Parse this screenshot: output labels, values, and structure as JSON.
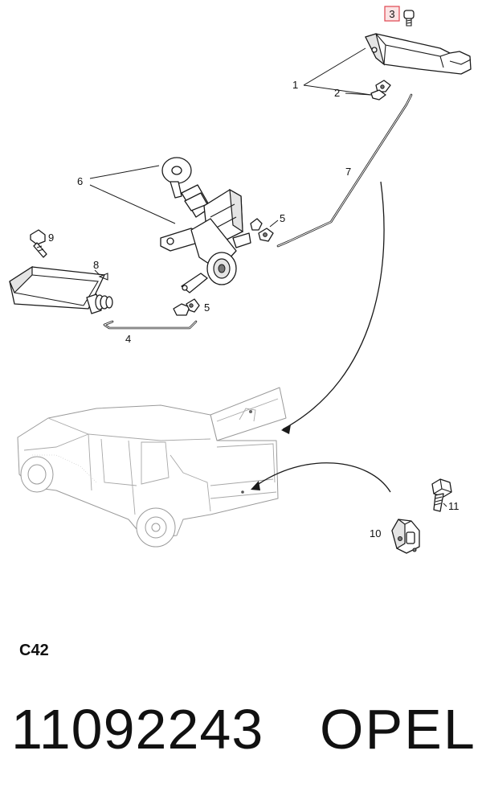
{
  "diagram": {
    "code": "C42",
    "callouts": {
      "c1": "1",
      "c2": "2",
      "c3": "3",
      "c4": "4",
      "c5a": "5",
      "c5b": "5",
      "c6": "6",
      "c7": "7",
      "c8": "8",
      "c9": "9",
      "c10": "10",
      "c11": "11"
    },
    "highlight_color": "#e0454f"
  },
  "footer": {
    "part_number": "11092243",
    "brand": "OPEL"
  }
}
